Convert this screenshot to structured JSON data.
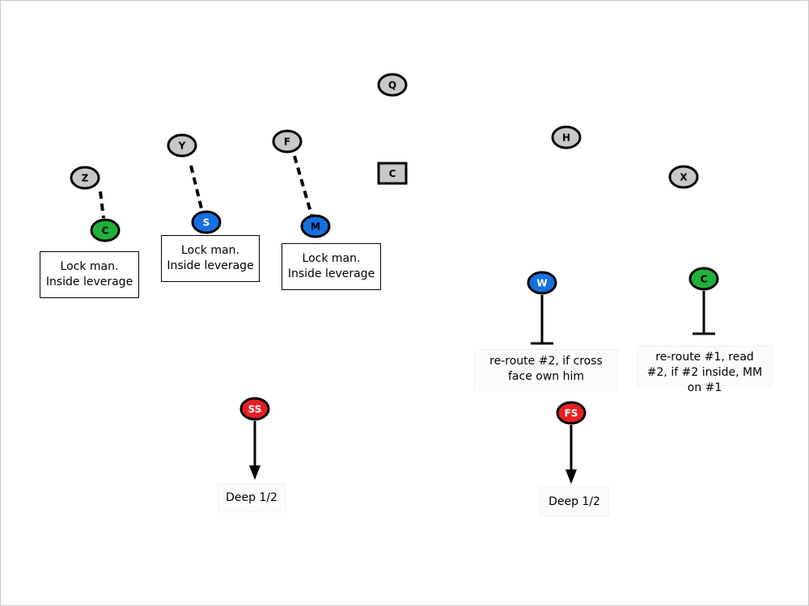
{
  "colors": {
    "offense": "#c8c8c8",
    "lock": "#1670e0",
    "zone_underneath": "#22b03c",
    "deep": "#ea1f24"
  },
  "offense": {
    "quarterback": "Q",
    "center": "C",
    "halfback": "H",
    "wr_x": "X",
    "wr_z": "Z",
    "tight_end_y": "Y",
    "fullback_f": "F"
  },
  "defense": {
    "left_corner": "C",
    "sam": "S",
    "mike": "M",
    "will": "W",
    "right_corner": "C",
    "strong_safety": "SS",
    "free_safety": "FS"
  },
  "notes": {
    "left_corner": "Lock man. Inside leverage",
    "sam": "Lock man. Inside leverage",
    "mike": "Lock man. Inside leverage",
    "will": "re-route #2, if cross face own him",
    "right_corner": "re-route #1, read #2, if #2 inside, MM on #1",
    "strong_safety": "Deep 1/2",
    "free_safety": "Deep 1/2"
  }
}
